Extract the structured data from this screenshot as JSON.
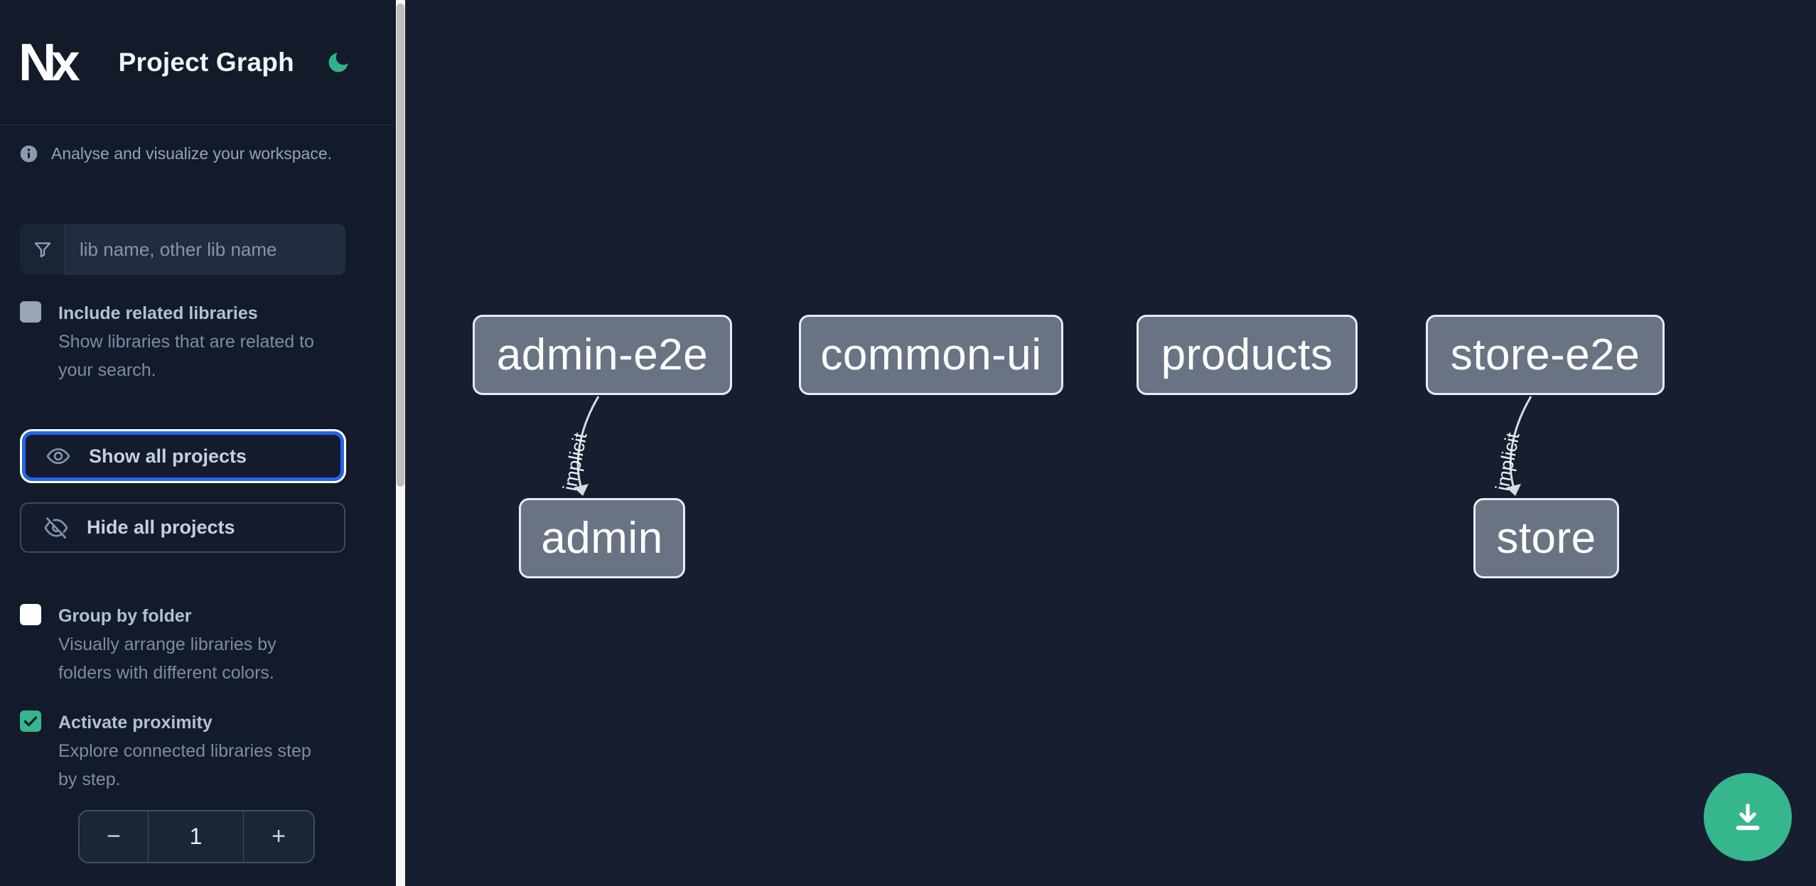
{
  "header": {
    "logo_text": "Nx",
    "title": "Project Graph"
  },
  "intro": {
    "text": "Analyse and visualize your workspace."
  },
  "search": {
    "placeholder": "lib name, other lib name",
    "value": ""
  },
  "options": [
    {
      "label": "Include related libraries",
      "description": "Show libraries that are related to\nyour search.",
      "checked": false
    },
    {
      "label": "Group by folder",
      "description": "Visually arrange libraries by\nfolders with different colors.",
      "checked": false
    },
    {
      "label": "Activate proximity",
      "description": "Explore connected libraries step\nby step.",
      "checked": true
    }
  ],
  "actions": {
    "show_all": "Show all projects",
    "hide_all": "Hide all projects"
  },
  "stepper": {
    "decrement": "−",
    "value": "1",
    "increment": "+"
  },
  "graph": {
    "nodes": [
      {
        "label": "admin-e2e"
      },
      {
        "label": "common-ui"
      },
      {
        "label": "products"
      },
      {
        "label": "store-e2e"
      },
      {
        "label": "admin"
      },
      {
        "label": "store"
      }
    ],
    "edges": [
      {
        "source": "admin-e2e",
        "target": "admin",
        "label": "implicit"
      },
      {
        "source": "store-e2e",
        "target": "store",
        "label": "implicit"
      }
    ]
  },
  "fab": {
    "icon": "download-icon"
  },
  "colors": {
    "accent_green": "#35b68c",
    "focus_blue": "#2563eb",
    "node_fill": "#6a7383",
    "node_border": "#e9ebee",
    "sidebar_background": "#131a2a",
    "canvas_background": "#161e30"
  }
}
